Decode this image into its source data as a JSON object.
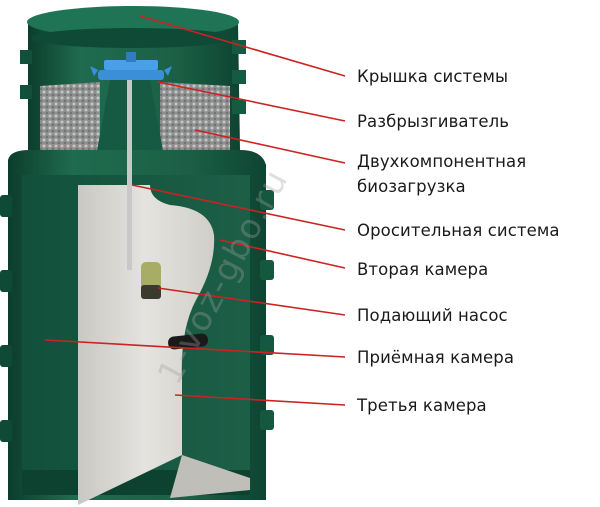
{
  "labels": {
    "lid": "Крышка системы",
    "sprinkler": "Разбрызгиватель",
    "bio_line1": "Двухкомпонентная",
    "bio_line2": "биозагрузка",
    "irrigation": "Оросительная система",
    "second": "Вторая камера",
    "pump": "Подающий насос",
    "receiving": "Приёмная камера",
    "third": "Третья камера"
  },
  "watermark": "1-voz-gbo.ru",
  "colors": {
    "tank_green": "#1f6b4f",
    "tank_dark": "#0f4a36",
    "partition": "#d9d8d4",
    "leader_line": "#cc2222",
    "sprinkler_blue": "#3a8fd8",
    "label_text": "#1a1a1a"
  },
  "icons": {
    "sprinkler": "sprinkler-icon",
    "pump": "pump-icon"
  }
}
